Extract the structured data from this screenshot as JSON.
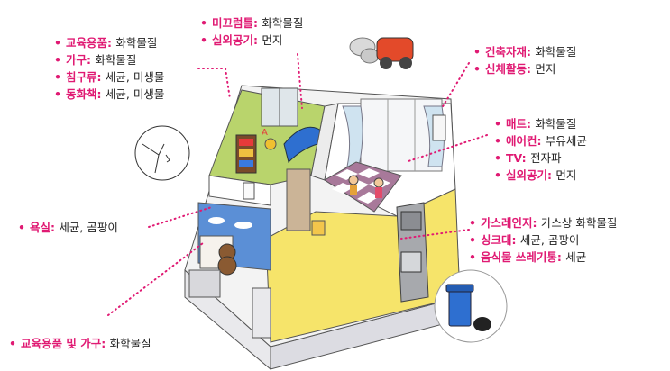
{
  "groups": [
    {
      "id": "top-left",
      "items": [
        {
          "key": "교육용품",
          "value": "화학물질"
        },
        {
          "key": "가구",
          "value": "화학물질"
        },
        {
          "key": "침구류",
          "value": "세균, 미생물"
        },
        {
          "key": "동화책",
          "value": "세균, 미생물"
        }
      ]
    },
    {
      "id": "top-center",
      "items": [
        {
          "key": "미끄럼틀",
          "value": "화학물질"
        },
        {
          "key": "실외공기",
          "value": "먼지"
        }
      ]
    },
    {
      "id": "top-right",
      "items": [
        {
          "key": "건축자재",
          "value": "화학물질"
        },
        {
          "key": "신체활동",
          "value": "먼지"
        }
      ]
    },
    {
      "id": "mid-right",
      "items": [
        {
          "key": "매트",
          "value": "화학물질"
        },
        {
          "key": "에어컨",
          "value": "부유세균"
        },
        {
          "key": "TV",
          "value": "전자파"
        },
        {
          "key": "실외공기",
          "value": "먼지"
        }
      ]
    },
    {
      "id": "left",
      "items": [
        {
          "key": "욕실",
          "value": "세균, 곰팡이"
        }
      ]
    },
    {
      "id": "bottom-right",
      "items": [
        {
          "key": "가스레인지",
          "value": "가스상 화학물질"
        },
        {
          "key": "싱크대",
          "value": "세균, 곰팡이"
        },
        {
          "key": "음식물 쓰레기통",
          "value": "세균"
        }
      ]
    },
    {
      "id": "bottom-left",
      "items": [
        {
          "key": "교육용품 및 가구",
          "value": "화학물질"
        }
      ]
    }
  ],
  "colors": {
    "accent": "#e01a73",
    "wall": "#f2f2f2",
    "floor": "#f5e76a",
    "rug_dark": "#a8799a",
    "rug_light": "#ffffff",
    "bath_wall": "#5b8fd6",
    "play_wall": "#a9c95a"
  }
}
